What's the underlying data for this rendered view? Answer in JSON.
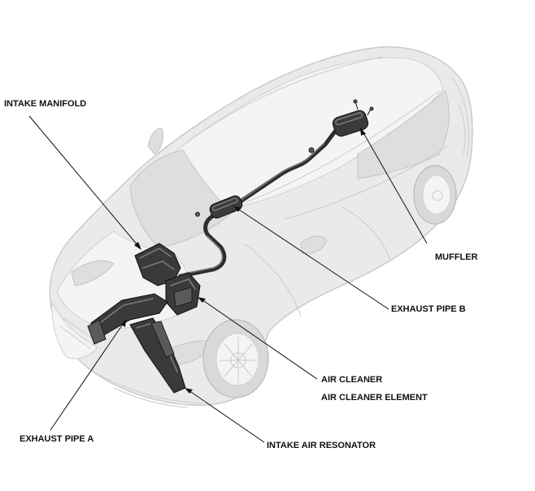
{
  "labels": {
    "intake_manifold": "INTAKE MANIFOLD",
    "muffler": "MUFFLER",
    "exhaust_pipe_b": "EXHAUST PIPE B",
    "air_cleaner": "AIR CLEANER",
    "air_cleaner_element": "AIR CLEANER ELEMENT",
    "exhaust_pipe_a": "EXHAUST PIPE A",
    "intake_air_resonator": "INTAKE AIR RESONATOR"
  }
}
